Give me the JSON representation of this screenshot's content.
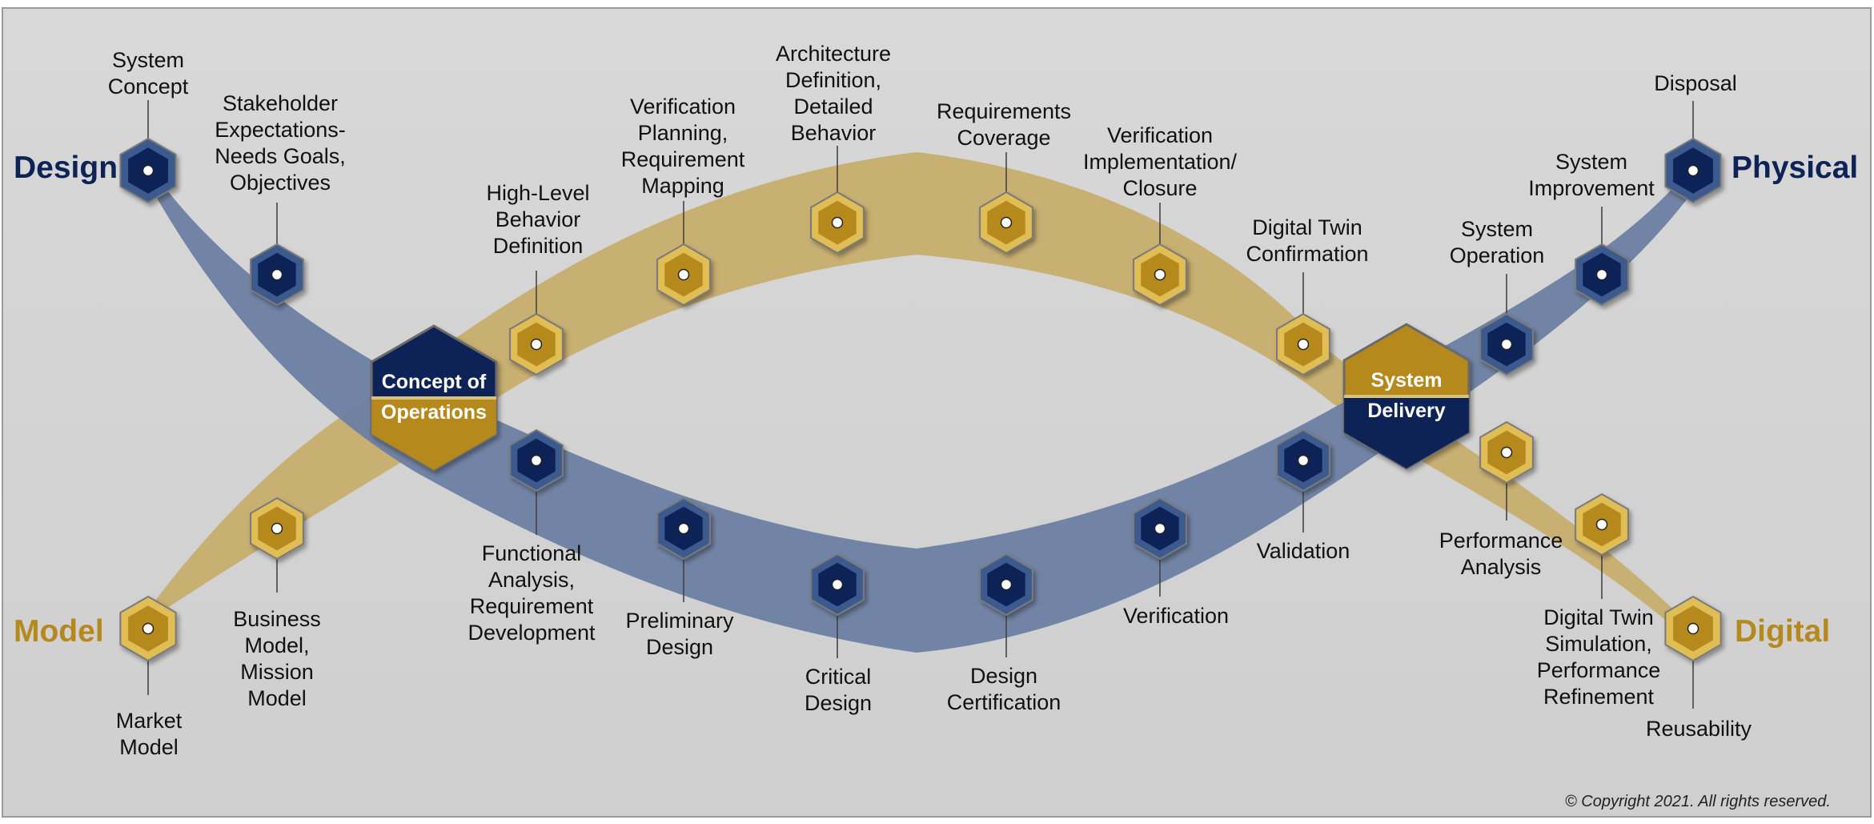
{
  "colors": {
    "navy": "#0d2356",
    "gold": "#b5891e",
    "navy_band": "#6d7fa2",
    "gold_band": "#c7ad6d",
    "background": "#d4d4d4"
  },
  "sides": {
    "design": "Design",
    "model": "Model",
    "physical": "Physical",
    "digital": "Digital"
  },
  "hubs": {
    "concept": [
      "Concept of",
      "Operations"
    ],
    "delivery": [
      "System",
      "Delivery"
    ]
  },
  "labels": {
    "system_concept": [
      "System",
      "Concept"
    ],
    "stakeholder": [
      "Stakeholder",
      "Expectations-",
      "Needs Goals,",
      "Objectives"
    ],
    "market_model": [
      "Market",
      "Model"
    ],
    "business_model": [
      "Business",
      "Model,",
      "Mission",
      "Model"
    ],
    "high_level": [
      "High-Level",
      "Behavior",
      "Definition"
    ],
    "functional": [
      "Functional",
      "Analysis,",
      "Requirement",
      "Development"
    ],
    "verification_planning": [
      "Verification",
      "Planning,",
      "Requirement",
      "Mapping"
    ],
    "preliminary": [
      "Preliminary",
      "Design"
    ],
    "architecture": [
      "Architecture",
      "Definition,",
      "Detailed",
      "Behavior"
    ],
    "critical": [
      "Critical",
      "Design"
    ],
    "requirements_coverage": [
      "Requirements",
      "Coverage"
    ],
    "design_certification": [
      "Design",
      "Certification"
    ],
    "verification_implementation": [
      "Verification",
      "Implementation/",
      "Closure"
    ],
    "verification": [
      "Verification"
    ],
    "digital_twin_confirmation": [
      "Digital Twin",
      "Confirmation"
    ],
    "validation": [
      "Validation"
    ],
    "system_operation": [
      "System",
      "Operation"
    ],
    "performance_analysis": [
      "Performance",
      "Analysis"
    ],
    "system_improvement": [
      "System",
      "Improvement"
    ],
    "digital_twin_simulation": [
      "Digital Twin",
      "Simulation,",
      "Performance",
      "Refinement"
    ],
    "disposal": [
      "Disposal"
    ],
    "reusability": [
      "Reusability"
    ]
  },
  "copyright": "© Copyright 2021. All rights reserved."
}
